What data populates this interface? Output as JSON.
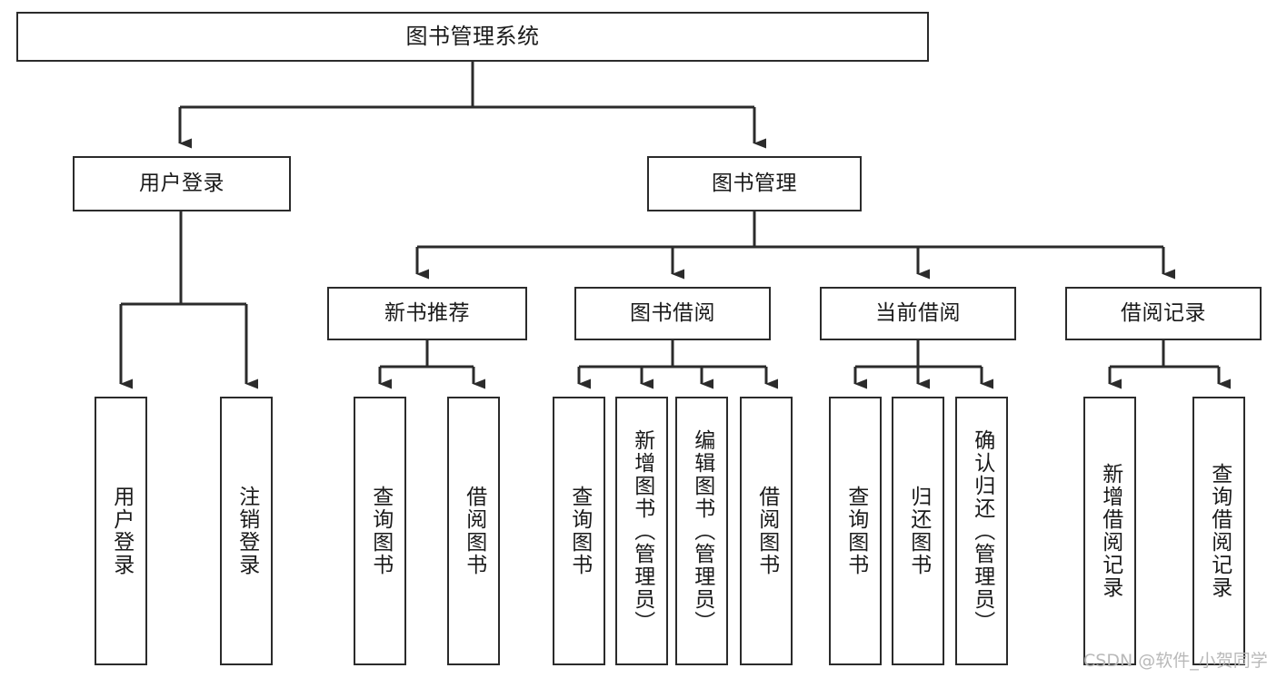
{
  "diagram": {
    "type": "tree",
    "title": "图书管理系统",
    "watermark": "CSDN @软件_小贺同学",
    "colors": {
      "box_border": "#2b2b2b",
      "box_fill": "#ffffff",
      "line": "#2b2b2b",
      "text": "#1a1a1a",
      "watermark": "#b9b9b9"
    },
    "root": {
      "label": "图书管理系统"
    },
    "level2": [
      {
        "id": "user-login",
        "label": "用户登录"
      },
      {
        "id": "book-manage",
        "label": "图书管理"
      }
    ],
    "level3": [
      {
        "id": "new-book-rec",
        "label": "新书推荐"
      },
      {
        "id": "book-borrow",
        "label": "图书借阅"
      },
      {
        "id": "current-borrow",
        "label": "当前借阅"
      },
      {
        "id": "borrow-record",
        "label": "借阅记录"
      }
    ],
    "leaves": {
      "user_login": [
        {
          "id": "leaf-user-login",
          "label": "用户登录"
        },
        {
          "id": "leaf-logout-login",
          "label": "注销登录"
        }
      ],
      "new_book_rec": [
        {
          "id": "leaf-query-book-1",
          "label": "查询图书"
        },
        {
          "id": "leaf-borrow-book-1",
          "label": "借阅图书"
        }
      ],
      "book_borrow": [
        {
          "id": "leaf-query-book-2",
          "label": "查询图书"
        },
        {
          "id": "leaf-add-book",
          "label": "新增图书（管理员）"
        },
        {
          "id": "leaf-edit-book",
          "label": "编辑图书（管理员）"
        },
        {
          "id": "leaf-borrow-book-2",
          "label": "借阅图书"
        }
      ],
      "current_borrow": [
        {
          "id": "leaf-query-book-3",
          "label": "查询图书"
        },
        {
          "id": "leaf-return-book",
          "label": "归还图书"
        },
        {
          "id": "leaf-confirm-return",
          "label": "确认归还（管理员）"
        }
      ],
      "borrow_record": [
        {
          "id": "leaf-add-record",
          "label": "新增借阅记录"
        },
        {
          "id": "leaf-query-record",
          "label": "查询借阅记录"
        }
      ]
    }
  }
}
